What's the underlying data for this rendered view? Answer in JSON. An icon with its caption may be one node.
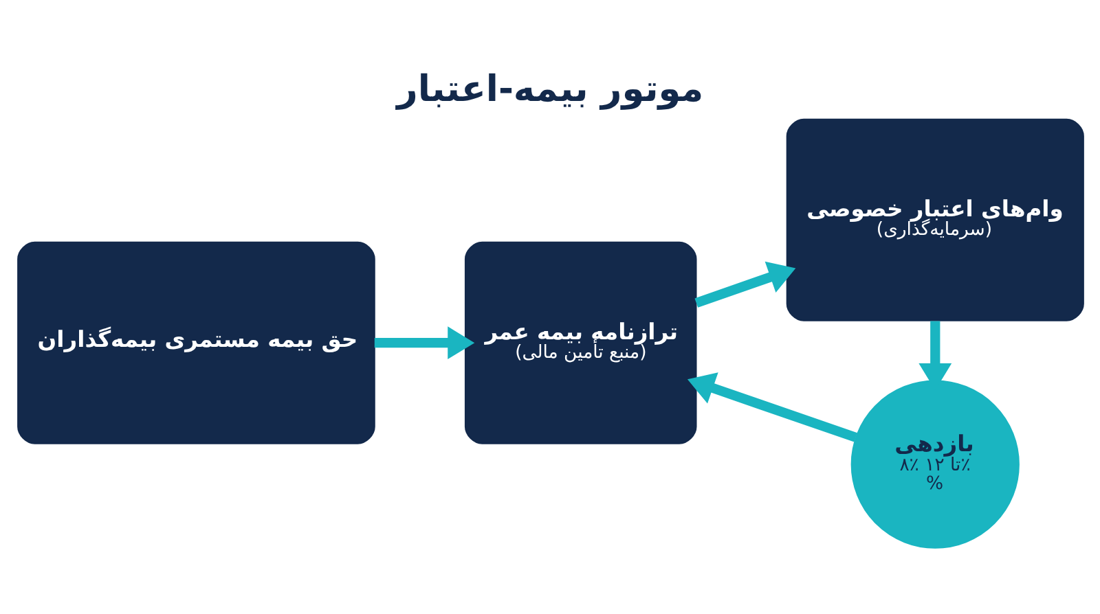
{
  "diagram": {
    "title": "موتور بیمه-اعتبار",
    "nodes": [
      {
        "text": [
          "حق بیمه مستمری بیمه‌گذاران"
        ]
      },
      {
        "text": [
          "ترازنامه بیمه عمر",
          "(منبع تأمین مالی)"
        ]
      },
      {
        "text": [
          "وام‌های اعتبار خصوصی",
          "(سرمایه‌گذاری)"
        ]
      },
      {
        "text": [
          "بازدهی",
          "۸٪ تا ۱۲٪",
          "%"
        ]
      }
    ],
    "edges": [
      {
        "from": 0,
        "to": 1,
        "arrow": "to"
      },
      {
        "from": 1,
        "to": 2,
        "arrow": "to"
      },
      {
        "from": 2,
        "to": 3,
        "arrow": "to"
      },
      {
        "from": 3,
        "to": 1,
        "arrow": "to"
      }
    ]
  }
}
